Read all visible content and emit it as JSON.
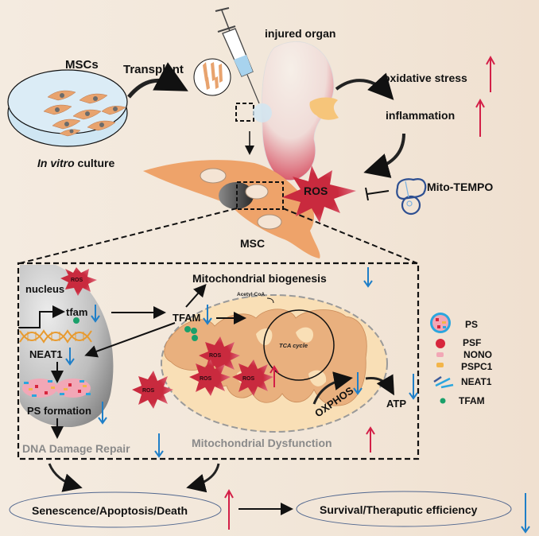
{
  "top": {
    "mscs_label": "MSCs",
    "culture_label_italic": "In vitro",
    "culture_label_rest": " culture",
    "transplant_label": "Transplant",
    "organ_label": "injured organ",
    "oxidative_label": "oxidative stress",
    "inflammation_label": "inflammation",
    "ros_label": "ROS",
    "mito_tempo_label": "Mito-TEMPO",
    "msc_label": "MSC"
  },
  "detail": {
    "nucleus_label": "nucleus",
    "nucleus_ros": "ROS",
    "tfam_gene_label": "tfam",
    "tfam_protein_label": "TFAM",
    "neat1_label": "NEAT1",
    "ps_formation_label": "PS formation",
    "dna_repair_label": "DNA Damage Repair",
    "biogenesis_label": "Mitochondrial biogenesis",
    "acetyl_coa_label": "Acetyl-CoA",
    "tca_label": "TCA cycle",
    "oxphos_label": "OXPHOS",
    "atp_label": "ATP",
    "dysfunction_label": "Mitochondrial Dysfunction",
    "ros_labels": [
      "ROS",
      "ROS",
      "ROS",
      "ROS"
    ]
  },
  "legend": {
    "items": [
      {
        "label": "PS",
        "icon": "paraspeckle-icon"
      },
      {
        "label": "PSF",
        "icon": "red-circle-icon",
        "color": "#d7263d"
      },
      {
        "label": "NONO",
        "icon": "pink-square-icon",
        "color": "#f2a7b6"
      },
      {
        "label": "PSPC1",
        "icon": "orange-square-icon",
        "color": "#f3b54a"
      },
      {
        "label": "NEAT1",
        "icon": "rna-strand-icon",
        "color": "#2ba6de"
      },
      {
        "label": "TFAM",
        "icon": "green-dot-icon",
        "color": "#1aa06a"
      }
    ]
  },
  "bottom": {
    "outcome1": "Senescence/Apoptosis/Death",
    "outcome2": "Survival/Theraputic efficiency"
  },
  "colors": {
    "up_arrow": "#d31f47",
    "down_arrow": "#1f7fc8",
    "ros": "#c92a3e",
    "cell": "#eea36a",
    "mito": "#e9b07e"
  }
}
